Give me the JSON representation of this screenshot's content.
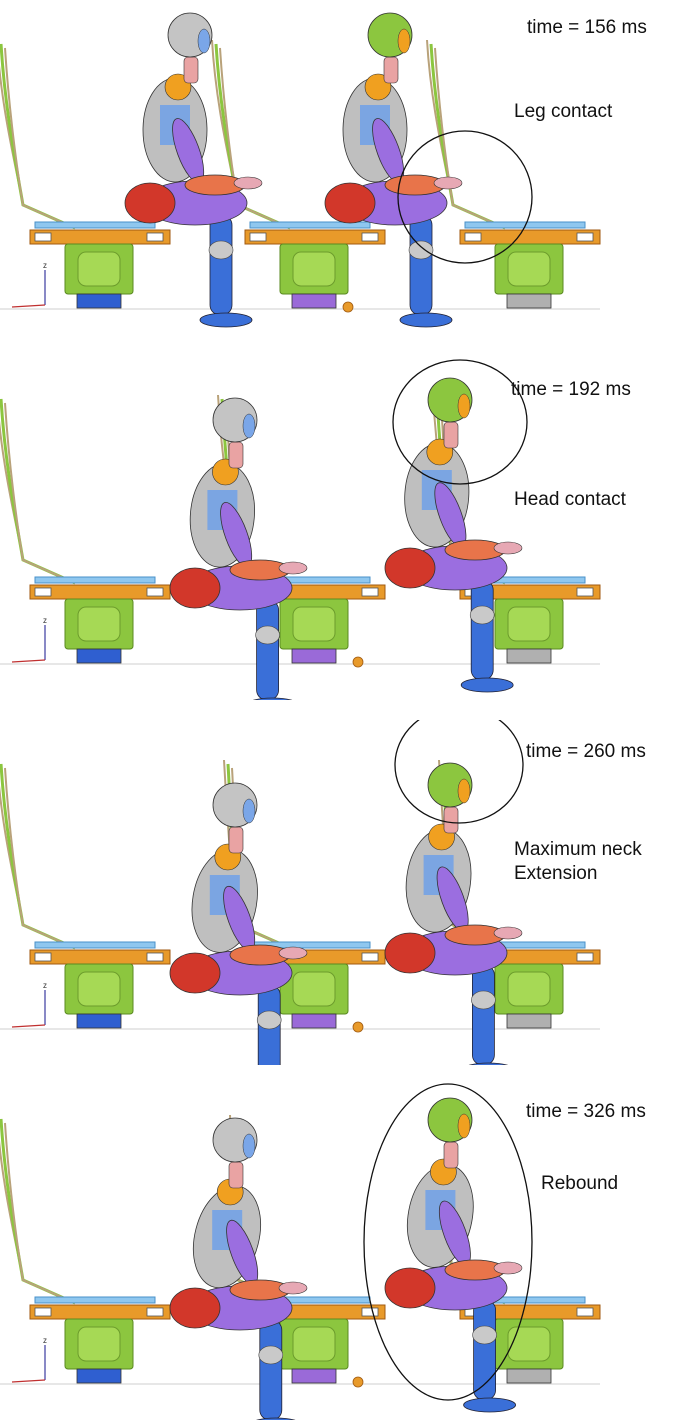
{
  "panels": [
    {
      "time": "time = 156 ms",
      "event": [
        "Leg contact"
      ],
      "colors": {
        "rear_head": "#c4c4c4",
        "front_head": "#8cc63f",
        "rear_pad": "#2f5fd0",
        "mid_pad": "#9a6ad8",
        "front_pad": "#b0b0b0"
      }
    },
    {
      "time": "time = 192 ms",
      "event": [
        "Head contact"
      ],
      "colors": {
        "rear_head": "#c4c4c4",
        "front_head": "#8cc63f",
        "rear_pad": "#2f5fd0",
        "mid_pad": "#9a6ad8",
        "front_pad": "#b0b0b0"
      }
    },
    {
      "time": "time = 260 ms",
      "event": [
        "Maximum neck",
        "Extension"
      ],
      "colors": {
        "rear_head": "#c4c4c4",
        "front_head": "#8cc63f",
        "rear_pad": "#2f5fd0",
        "mid_pad": "#9a6ad8",
        "front_pad": "#b0b0b0"
      }
    },
    {
      "time": "time = 326 ms",
      "event": [
        "Rebound"
      ],
      "colors": {
        "rear_head": "#c4c4c4",
        "front_head": "#8cc63f",
        "rear_pad": "#2f5fd0",
        "mid_pad": "#9a6ad8",
        "front_pad": "#b0b0b0"
      }
    }
  ],
  "axis_label": "z",
  "palette": {
    "seat_frame": "#e89a2a",
    "seat_base": "#8cc63f",
    "torso_purple": "#9b6ee0",
    "arm_orange": "#e8744a",
    "leg_red": "#d2372a",
    "leg_blue": "#3a6fd8",
    "neck_pink": "#e9a3a3"
  }
}
